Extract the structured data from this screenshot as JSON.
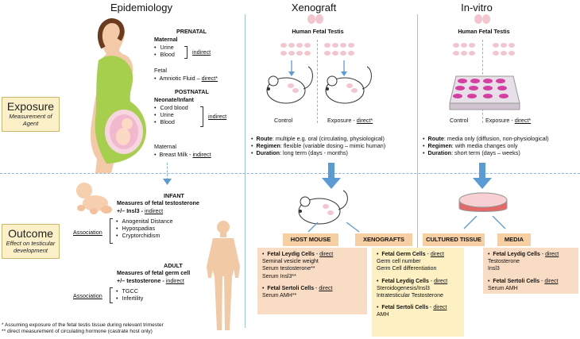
{
  "columns": {
    "epidemiology": "Epidemiology",
    "xenograft": "Xenograft",
    "invitro": "In-vitro"
  },
  "side": {
    "exposure_title": "Exposure",
    "exposure_sub": "Measurement of Agent",
    "outcome_title": "Outcome",
    "outcome_sub": "Effect on testicular development"
  },
  "epi": {
    "prenatal": "PRENATAL",
    "maternal": "Maternal",
    "urine": "Urine",
    "blood": "Blood",
    "indirect": "indirect",
    "fetal": "Fetal",
    "amniotic": "Amniotic Fluid – ",
    "direct_star": "direct*",
    "postnatal": "POSTNATAL",
    "neonate": "Neonate/Infant",
    "cord": "Cord blood",
    "urine2": "Urine",
    "blood2": "Blood",
    "indirect2": "indirect",
    "maternal2": "Maternal",
    "breast": "Breast Milk - ",
    "indirect3": "indirect",
    "infant": "INFANT",
    "infant_measures": "Measures of fetal testosterone",
    "insl3": "+/– Insl3 - ",
    "indirect4": "indirect",
    "association": "Association",
    "agd": "Anogenital Distance",
    "hypo": "Hypospadias",
    "crypto": "Cryptorchidism",
    "adult": "ADULT",
    "adult_measures": "Measures of fetal germ cell",
    "testo": "+/– testosterone - ",
    "indirect5": "indirect",
    "association2": "Association",
    "tgcc": "TGCC",
    "infert": "Infertility"
  },
  "xeno": {
    "header": "Human Fetal Testis",
    "control": "Control",
    "exposure": "Exposure - ",
    "direct": "direct*",
    "route_k": "Route",
    "route_v": ": multiple e.g. oral (circulating, physiological)",
    "regimen_k": "Regimen",
    "regimen_v": ": flexible (variable dosing – mimic human)",
    "duration_k": "Duration",
    "duration_v": ": long term (days - months)",
    "host_mouse": "HOST MOUSE",
    "xenografts": "XENOGRAFTS",
    "host_leydig": "Fetal Leydig Cells",
    "host_leydig_tag": "direct",
    "host_l1": "Seminal vesicle weight",
    "host_l2": "Serum testosterone**",
    "host_l3": "Serum Insl3**",
    "host_sertoli": "Fetal Sertoli Cells",
    "host_sertoli_tag": "direct",
    "host_s1": "Serum AMH**",
    "xg_germ": "Fetal Germ Cells",
    "xg_germ_tag": "direct",
    "xg_g1": "Germ cell number",
    "xg_g2": "Germ Cell differentiation",
    "xg_leydig": "Fetal Leydig Cells",
    "xg_leydig_tag": "direct",
    "xg_l1": "Steroidogenesis/Insl3",
    "xg_l2": "Intratesticular Testosterone",
    "xg_sertoli": "Fetal Sertoli Cells",
    "xg_sertoli_tag": "direct",
    "xg_s1": "AMH"
  },
  "invitro": {
    "header": "Human Fetal Testis",
    "control": "Control",
    "exposure": "Exposure - ",
    "direct": "direct*",
    "route_k": "Route",
    "route_v": ": media only (diffusion, non-physiological)",
    "regimen_k": "Regimen",
    "regimen_v": ": with media changes only",
    "duration_k": "Duration",
    "duration_v": ": short term (days – weeks)",
    "cultured": "CULTURED TISSUE",
    "media": "MEDIA",
    "media_leydig": "Fetal Leydig Cells",
    "media_leydig_tag": "direct",
    "media_l1": "Testosterone",
    "media_l2": "Insl3",
    "media_sertoli": "Fetal Sertoli Cells",
    "media_sertoli_tag": "direct",
    "media_s1": "Serum AMH"
  },
  "footnotes": {
    "f1": "*   Assuming exposure of the fetal testis tissue during relevant trimester",
    "f2": "** direct measurement of circulating hormone (castrate host only)"
  },
  "colors": {
    "accent_blue": "#5b9bd5",
    "side_box": "#fbf0c8",
    "tag": "#f6cfa3",
    "peach": "#f9dcc4",
    "yellow": "#fdf0c2",
    "pink": "#f3c6cf",
    "magenta": "#d63fa2"
  }
}
